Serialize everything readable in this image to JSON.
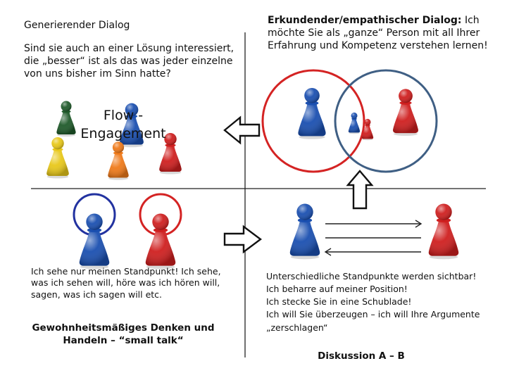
{
  "quadrants": {
    "top_left": {
      "title": "Generierender Dialog",
      "body": "Sind sie auch an einer Lösung interessiert, die „besser“ ist als das was jeder einzelne von uns bisher im Sinn hatte?",
      "label": "Flow - Engagement"
    },
    "top_right": {
      "title": "Erkundender/empathischer Dialog:",
      "body": " Ich möchte Sie als „ganze“ Person mit all Ihrer Erfahrung und Kompetenz verstehen lernen!"
    },
    "bottom_left": {
      "body": "Ich sehe nur meinen Standpunkt! Ich sehe, was ich sehen will, höre was ich hören will, sagen, was ich sagen will etc.",
      "footer": "Gewohnheitsmäßiges Denken und Handeln – “small talk“"
    },
    "bottom_right": {
      "lines": [
        "Unterschiedliche Standpunkte werden sichtbar!",
        "Ich beharre auf meiner Position!",
        "Ich stecke Sie in eine Schublade!",
        "Ich will Sie überzeugen – ich will Ihre Argumente „zerschlagen“"
      ],
      "footer": "Diskussion A – B"
    }
  },
  "figures": [
    {
      "id": "dark-green",
      "color": "#1f5a2a"
    },
    {
      "id": "blue-top-left",
      "color": "#1a4fb0"
    },
    {
      "id": "yellow",
      "color": "#e8c81a"
    },
    {
      "id": "orange",
      "color": "#ef7a1a"
    },
    {
      "id": "red-top-left",
      "color": "#cf1f1f"
    },
    {
      "id": "blue-in-red-circle",
      "color": "#1a4fb0"
    },
    {
      "id": "small-blue",
      "color": "#1a4fb0"
    },
    {
      "id": "small-red",
      "color": "#cf1f1f"
    },
    {
      "id": "red-in-blue-circle",
      "color": "#cf1f1f"
    },
    {
      "id": "blue-bottom-left",
      "color": "#1a4fb0"
    },
    {
      "id": "red-bottom-left",
      "color": "#cf1f1f"
    },
    {
      "id": "blue-bottom-right",
      "color": "#1a4fb0"
    },
    {
      "id": "red-bottom-right",
      "color": "#cf1f1f"
    }
  ],
  "ring_colors": {
    "blue": "#2232a0",
    "red": "#d42323",
    "slate": "#3f5f84"
  }
}
